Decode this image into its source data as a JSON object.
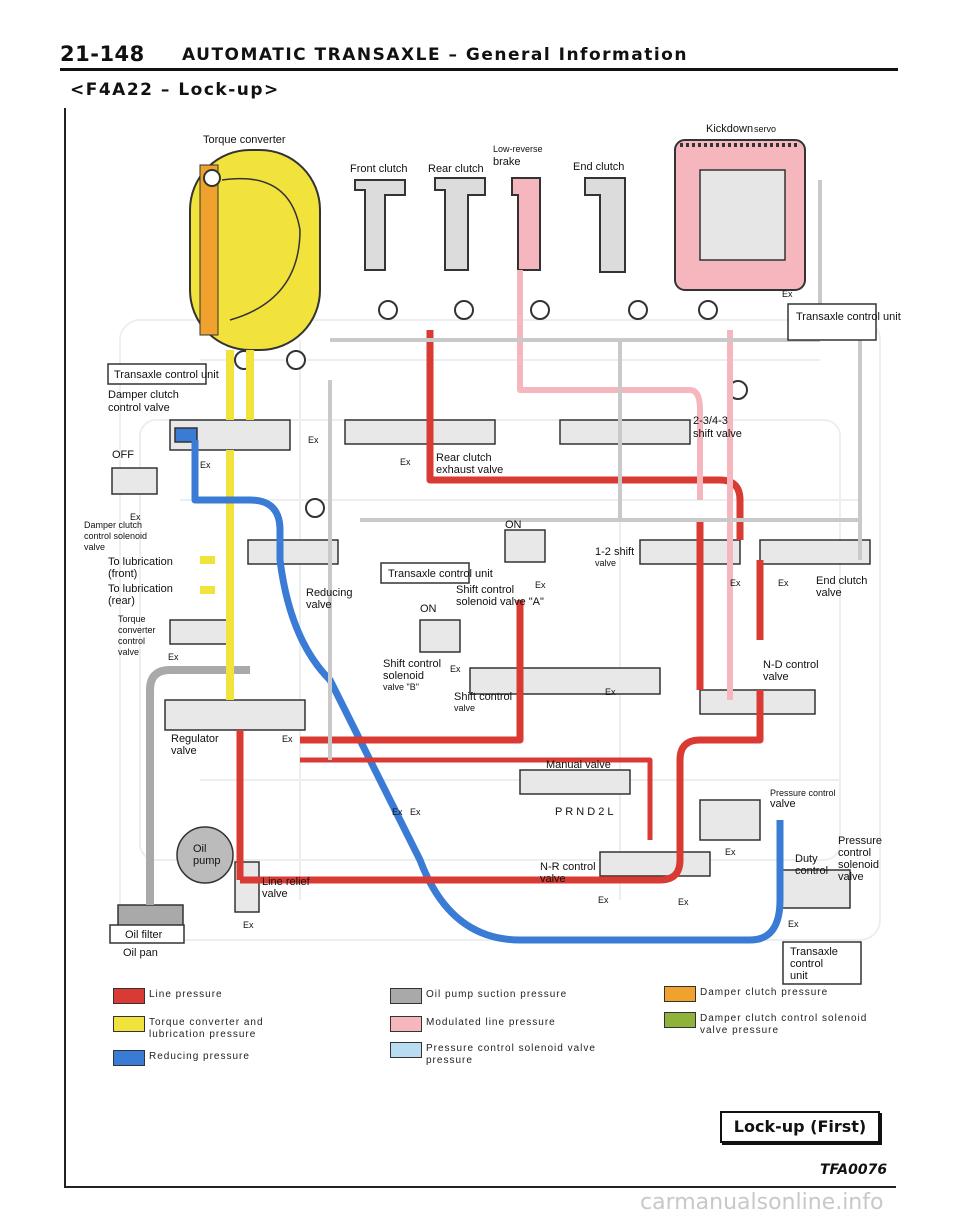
{
  "header": {
    "page_number": "21-148",
    "title": "AUTOMATIC TRANSAXLE – General Information",
    "subtitle": "<F4A22 – Lock-up>"
  },
  "colors": {
    "line": "#d93b34",
    "torque": "#f2e23c",
    "reducing": "#3a7bd5",
    "oil_suction": "#a9a9a9",
    "modulated": "#f5b6bd",
    "pressure_solenoid": "#b9dcf3",
    "damper": "#f0a22e",
    "damper_solenoid": "#8fb33a"
  },
  "labels": {
    "torque_converter": "Torque converter",
    "front_clutch": "Front clutch",
    "rear_clutch": "Rear clutch",
    "low_reverse": "Low-reverse",
    "brake": "brake",
    "end_clutch_top": "End clutch",
    "kickdown": "Kickdown",
    "servo": "servo",
    "tcu_right": "Transaxle control unit",
    "tcu_left": "Transaxle control unit",
    "damper_clutch_valve_1": "Damper clutch",
    "damper_clutch_valve_2": "control valve",
    "off": "OFF",
    "damper_sol_1": "Damper clutch",
    "damper_sol_2": "control solenoid",
    "damper_sol_3": "valve",
    "lub_front_1": "To lubrication",
    "lub_front_2": "(front)",
    "lub_rear_1": "To lubrication",
    "lub_rear_2": "(rear)",
    "tc_valve_1": "Torque",
    "tc_valve_2": "converter",
    "tc_valve_3": "control",
    "tc_valve_4": "valve",
    "reducing_1": "Reducing",
    "reducing_2": "valve",
    "rear_exhaust_1": "Rear clutch",
    "rear_exhaust_2": "exhaust valve",
    "shift_243_1": "2-3/4-3",
    "shift_243_2": "shift valve",
    "on_a": "ON",
    "on_b": "ON",
    "tcu_mid": "Transaxle control unit",
    "sol_a_1": "Shift control",
    "sol_a_2": "solenoid valve \"A\"",
    "shift12_1": "1-2 shift",
    "shift12_2": "valve",
    "end_clutch_valve_1": "End clutch",
    "end_clutch_valve_2": "valve",
    "sol_b_1": "Shift control",
    "sol_b_2": "solenoid",
    "sol_b_3": "valve \"B\"",
    "shift_ctrl_1": "Shift control",
    "shift_ctrl_2": "valve",
    "nd_1": "N-D control",
    "nd_2": "valve",
    "regulator_1": "Regulator",
    "regulator_2": "valve",
    "manual_valve": "Manual valve",
    "prnd2l": "P R N D 2 L",
    "pcv_1": "Pressure control",
    "pcv_2": "valve",
    "oil_pump_1": "Oil",
    "oil_pump_2": "pump",
    "pcs_1": "Pressure",
    "pcs_2": "control",
    "pcs_3": "solenoid",
    "pcs_4": "valve",
    "duty_1": "Duty",
    "duty_2": "control",
    "nr_1": "N-R control",
    "nr_2": "valve",
    "line_relief_1": "Line relief",
    "line_relief_2": "valve",
    "oil_filter": "Oil filter",
    "oil_pan": "Oil pan",
    "tcu_bottom_1": "Transaxle",
    "tcu_bottom_2": "control",
    "tcu_bottom_3": "unit",
    "ex": "Ex"
  },
  "legend": [
    {
      "key": "line",
      "text": "Line pressure"
    },
    {
      "key": "torque",
      "text": "Torque converter and lubrication pressure"
    },
    {
      "key": "reducing",
      "text": "Reducing pressure"
    },
    {
      "key": "oil_suction",
      "text": "Oil pump suction pressure"
    },
    {
      "key": "modulated",
      "text": "Modulated line pressure"
    },
    {
      "key": "pressure_solenoid",
      "text": "Pressure control solenoid valve pressure"
    },
    {
      "key": "damper",
      "text": "Damper clutch pressure"
    },
    {
      "key": "damper_solenoid",
      "text": "Damper clutch control solenoid valve pressure"
    }
  ],
  "mode": "Lock-up (First)",
  "figure_code": "TFA0076",
  "watermark": "carmanualsonline.info"
}
